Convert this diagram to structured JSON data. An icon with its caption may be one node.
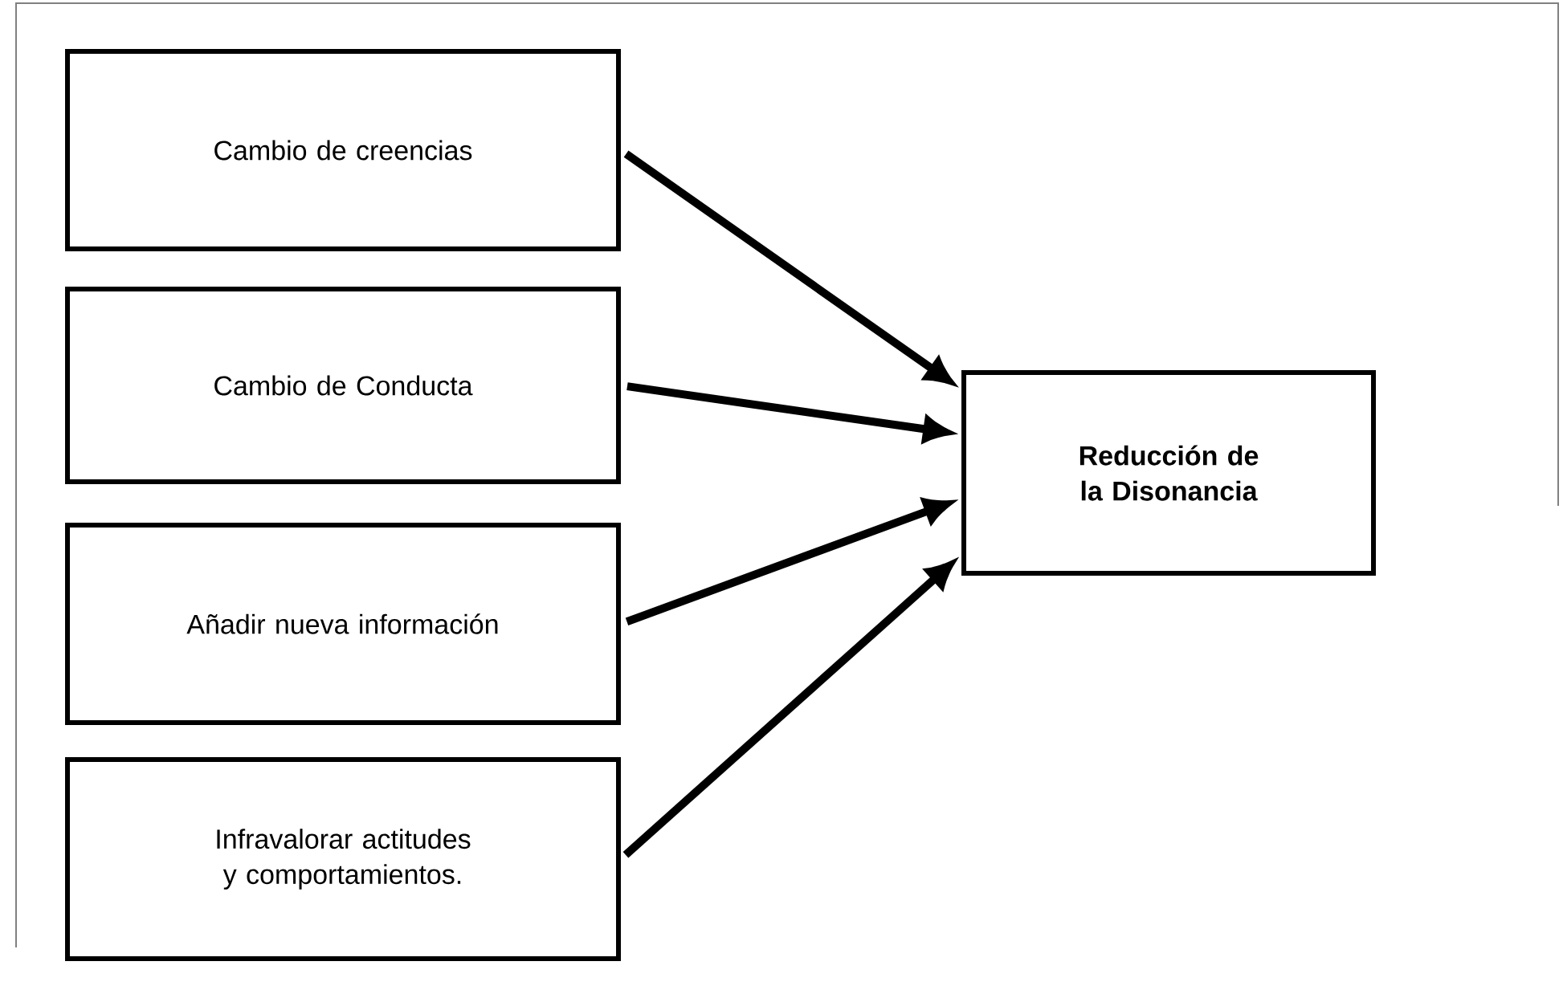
{
  "diagram": {
    "nodes": [
      {
        "text": [
          "Cambio de creencias"
        ]
      },
      {
        "text": [
          "Cambio de Conducta"
        ]
      },
      {
        "text": [
          "Añadir nueva información"
        ]
      },
      {
        "text": [
          "Infravalorar actitudes y comportamientos."
        ]
      },
      {
        "text": [
          "Reducción de la Disonancia"
        ]
      }
    ],
    "edges": [
      {
        "from": 0,
        "to": 4,
        "arrow": "to"
      },
      {
        "from": 1,
        "to": 4,
        "arrow": "to"
      },
      {
        "from": 2,
        "to": 4,
        "arrow": "to"
      },
      {
        "from": 3,
        "to": 4,
        "arrow": "to"
      }
    ]
  }
}
